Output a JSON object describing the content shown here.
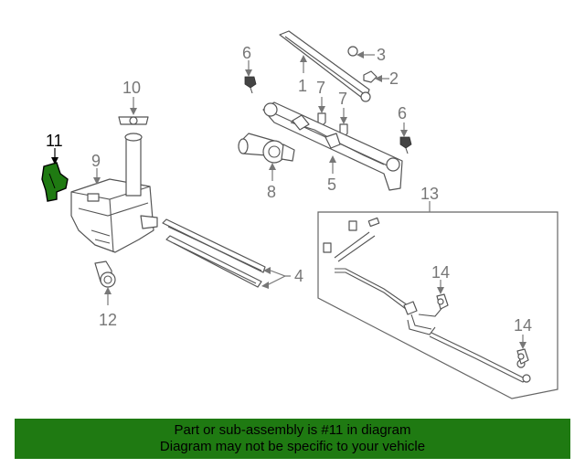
{
  "diagram": {
    "labels": {
      "p1": "1",
      "p2": "2",
      "p3": "3",
      "p4": "4",
      "p5": "5",
      "p6a": "6",
      "p6b": "6",
      "p7a": "7",
      "p7b": "7",
      "p8": "8",
      "p9": "9",
      "p10": "10",
      "p11": "11",
      "p12": "12",
      "p13": "13",
      "p14a": "14",
      "p14b": "14"
    },
    "highlight_part": "11",
    "highlight_color": "#1f7a12"
  },
  "banner": {
    "line1": "Part or sub-assembly is #11 in diagram",
    "line2": "Diagram may not be specific to your vehicle",
    "background": "#1f7a12"
  }
}
